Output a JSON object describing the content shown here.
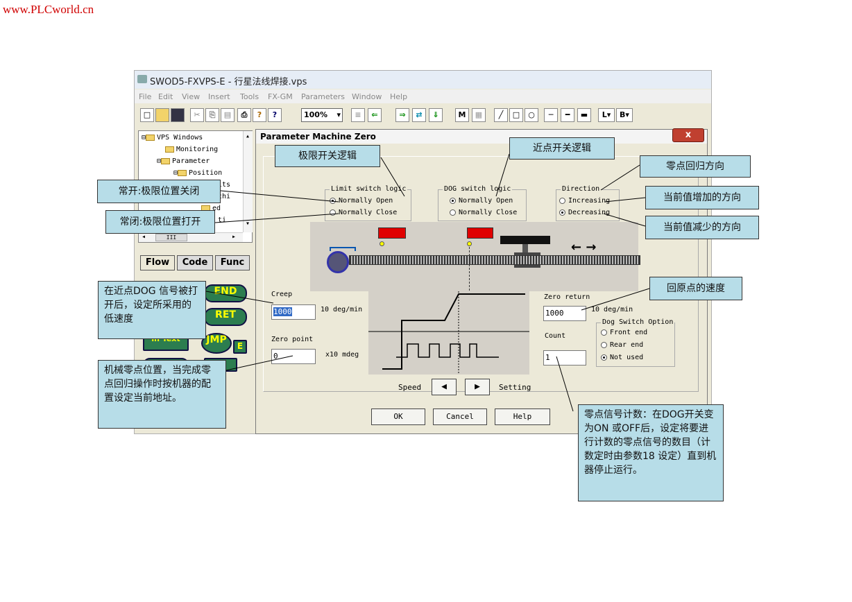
{
  "site": {
    "watermark": "www.PLCworld.cn"
  },
  "app": {
    "title": "SWOD5-FXVPS-E - 行星法线焊接.vps",
    "menu": [
      "File",
      "Edit",
      "View",
      "Insert",
      "Tools",
      "FX-GM",
      "Parameters",
      "Window",
      "Help"
    ],
    "zoom": "100%",
    "tree": {
      "items": [
        "VPS Windows",
        "Monitoring",
        "Parameter",
        "Position",
        "its",
        "chi",
        "ed",
        "ti"
      ],
      "scroll_label": "III"
    },
    "palette_tabs": [
      "Flow",
      "Code",
      "Func"
    ],
    "palette": {
      "end": "END",
      "ret": "RET",
      "jmp": "JMP",
      "jmp_e": "E",
      "intext": "in Text"
    }
  },
  "dialog": {
    "title": "Parameter Machine Zero",
    "close": "x",
    "limit": {
      "legend": "Limit switch logic",
      "opt_open": "Normally Open",
      "opt_close": "Normally Close",
      "selected": "open"
    },
    "dog": {
      "legend": "DOG switch logic",
      "opt_open": "Normally Open",
      "opt_close": "Normally Close",
      "selected": "open"
    },
    "direction": {
      "legend": "Direction",
      "opt_inc": "Increasing",
      "opt_dec": "Decreasing",
      "selected": "dec"
    },
    "creep": {
      "label": "Creep",
      "value": "1000",
      "unit": "10 deg/min"
    },
    "zero_point": {
      "label": "Zero point",
      "value": "0",
      "unit": "x10 mdeg"
    },
    "zero_return": {
      "label": "Zero return",
      "value": "1000",
      "unit": "10 deg/min"
    },
    "count": {
      "label": "Count",
      "value": "1"
    },
    "dog_option": {
      "legend": "Dog Switch Option",
      "opt_front": "Front end",
      "opt_rear": "Rear end",
      "opt_not": "Not used",
      "selected": "not"
    },
    "speed": {
      "label": "Speed",
      "setting": "Setting"
    },
    "buttons": {
      "ok": "OK",
      "cancel": "Cancel",
      "help": "Help"
    }
  },
  "callouts": {
    "limit_logic": "极限开关逻辑",
    "dog_logic": "近点开关逻辑",
    "zero_dir": "零点回归方向",
    "increasing": "当前值增加的方向",
    "decreasing": "当前值减少的方向",
    "normally_open": "常开:极限位置关闭",
    "normally_close": "常闭:极限位置打开",
    "creep": "在近点DOG 信号被打开后，设定所采用的低速度",
    "zero_point": "机械零点位置，当完成零点回归操作时按机器的配置设定当前地址。",
    "return_speed": "回原点的速度",
    "count": "零点信号计数：在DOG开关变为ON 或OFF后，设定将要进行计数的零点信号的数目（计数定时由参数18 设定）直到机器停止运行。"
  },
  "colors": {
    "callout_bg": "#b7dde8",
    "red_block": "#e00000",
    "palette_green": "#2c7d4f"
  }
}
